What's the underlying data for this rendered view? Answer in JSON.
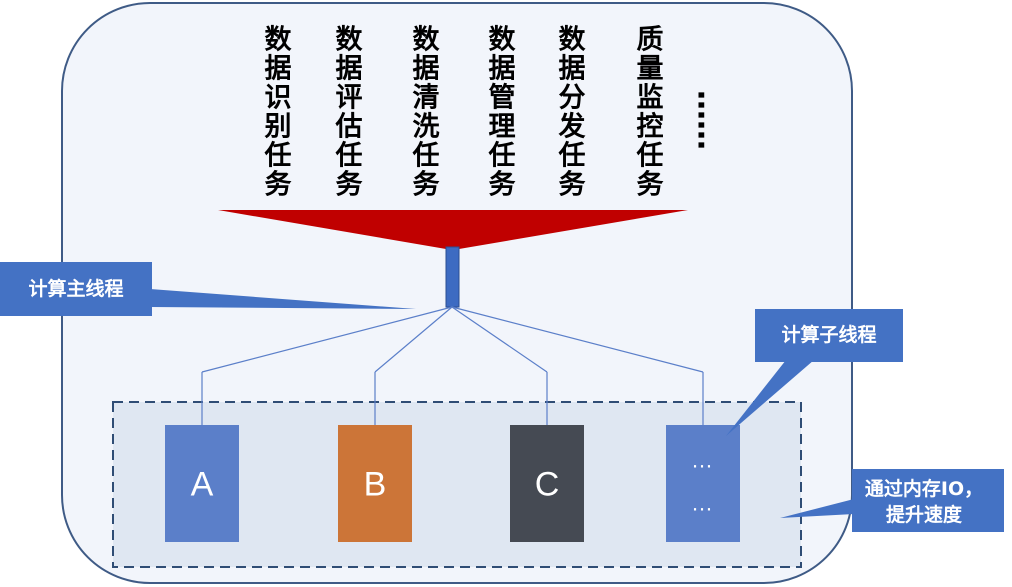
{
  "tasks": [
    {
      "label": "数据识别任务"
    },
    {
      "label": "数据评估任务"
    },
    {
      "label": "数据清洗任务"
    },
    {
      "label": "数据管理任务"
    },
    {
      "label": "数据分发任务"
    },
    {
      "label": "质量监控任务"
    }
  ],
  "tasks_more": "……",
  "main_thread": {
    "label": "计算主线程"
  },
  "sub_thread": {
    "label": "计算子线程"
  },
  "memory_note": {
    "line1": "通过内存IO，",
    "line2": "提升速度"
  },
  "sub_boxes": [
    {
      "label": "A",
      "color": "#5b7fc9"
    },
    {
      "label": "B",
      "color": "#cc7538"
    },
    {
      "label": "C",
      "color": "#454a53"
    },
    {
      "label": "…",
      "label2": "…",
      "color": "#5b7fc9"
    }
  ],
  "colors": {
    "container_fill": "#f2f5fb",
    "container_stroke": "#3f5b86",
    "funnel": "#c00000",
    "pipe": "#3d6bc2",
    "callout": "#4472c4",
    "dashed_area_fill": "#dfe7f2",
    "dashed_area_stroke": "#2f4d75",
    "connector": "#5b7fc9"
  }
}
